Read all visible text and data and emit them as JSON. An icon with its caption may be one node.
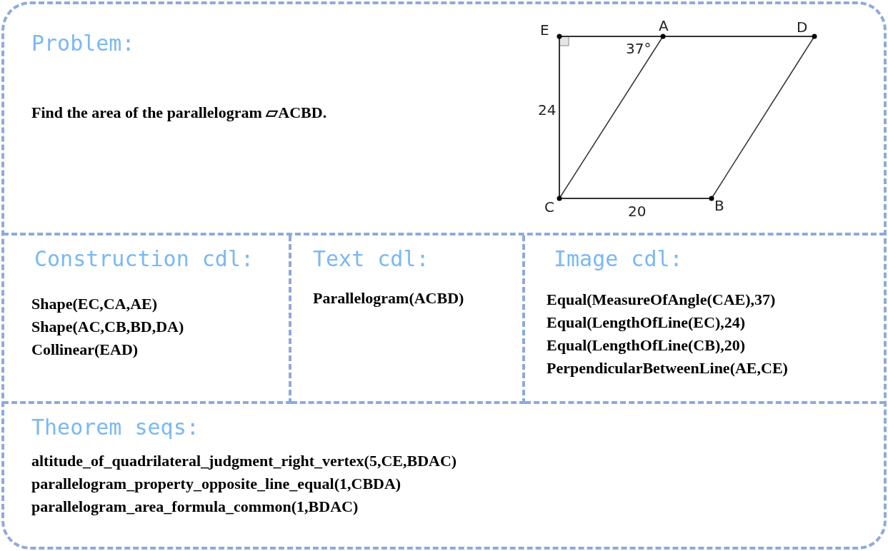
{
  "diagram": {
    "nodes": [
      {
        "text": [
          "Problem:",
          "Find the area of the parallelogram ▱ACBD."
        ]
      },
      {
        "text": [
          "Construction cdl:",
          "Shape(EC,CA,AE)",
          "Shape(AC,CB,BD,DA)",
          "Collinear(EAD)"
        ]
      },
      {
        "text": [
          "Text cdl:",
          "Parallelogram(ACBD)"
        ]
      },
      {
        "text": [
          "Image cdl:",
          "Equal(MeasureOfAngle(CAE),37)",
          "Equal(LengthOfLine(EC),24)",
          "Equal(LengthOfLine(CB),20)",
          "PerpendicularBetweenLine(AE,CE)"
        ]
      },
      {
        "text": [
          "Theorem seqs:",
          "altitude_of_quadrilateral_judgment_right_vertex(5,CE,BDAC)",
          "parallelogram_property_opposite_line_equal(1,CBDA)",
          "parallelogram_area_formula_common(1,BDAC)"
        ]
      }
    ],
    "labels": [
      "E",
      "A",
      "D",
      "37°",
      "24",
      "C",
      "20",
      "B"
    ]
  }
}
